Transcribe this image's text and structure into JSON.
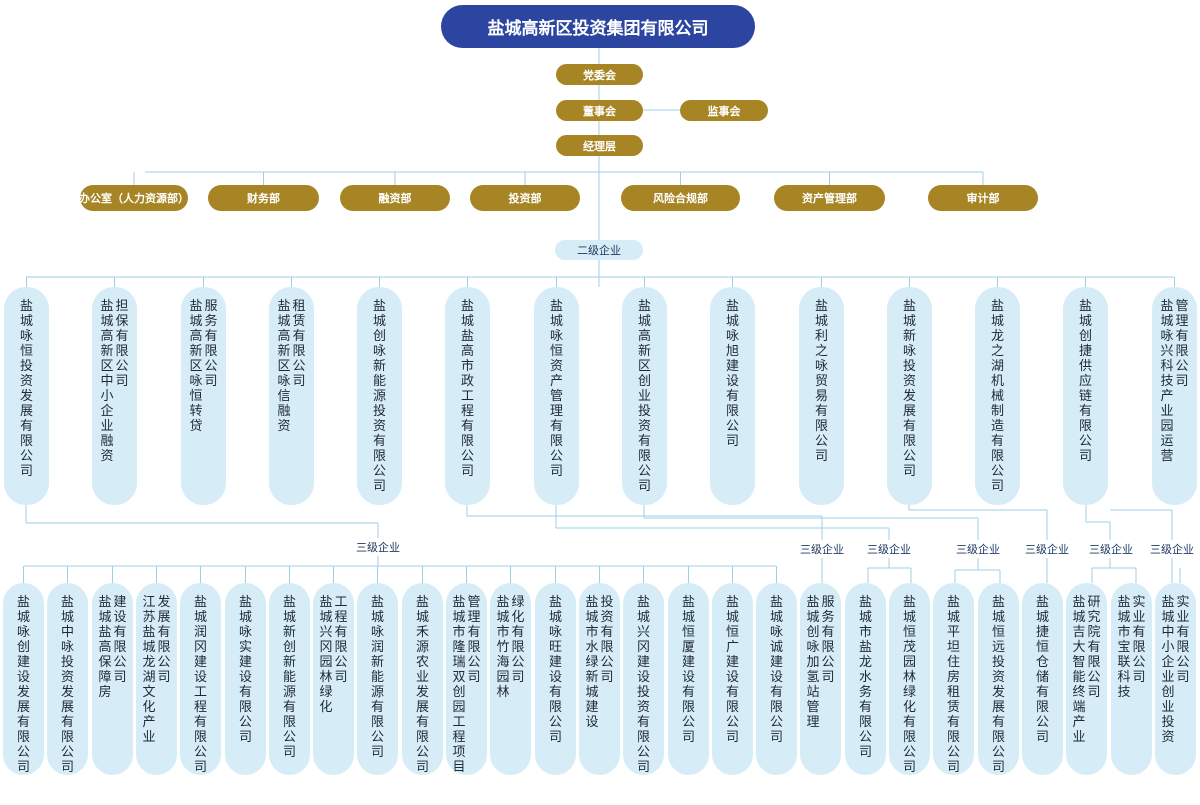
{
  "root": "盐城高新区投资集团有限公司",
  "governance": {
    "party": "党委会",
    "board": "董事会",
    "supervisory": "监事会",
    "management": "经理层"
  },
  "departments": [
    "办公室（人力资源部）",
    "财务部",
    "融资部",
    "投资部",
    "风险合规部",
    "资产管理部",
    "审计部"
  ],
  "level2_label": "二级企业",
  "level2": [
    [
      "盐城咏恒投资发展有限公司"
    ],
    [
      "担保有限公司",
      "盐城高新区中小企业融资"
    ],
    [
      "服务有限公司",
      "盐城高新区咏恒转贷"
    ],
    [
      "租赁有限公司",
      "盐城高新区咏信融资"
    ],
    [
      "盐城创咏新能源投资有限公司"
    ],
    [
      "盐城盐高市政工程有限公司"
    ],
    [
      "盐城咏恒资产管理有限公司"
    ],
    [
      "盐城高新区创业投资有限公司"
    ],
    [
      "盐城咏旭建设有限公司"
    ],
    [
      "盐城利之咏贸易有限公司"
    ],
    [
      "盐城新咏投资发展有限公司"
    ],
    [
      "盐城龙之湖机械制造有限公司"
    ],
    [
      "盐城创捷供应链有限公司"
    ],
    [
      "管理有限公司",
      "盐城咏兴科技产业园运营"
    ]
  ],
  "level3_label": "三级企业",
  "level3": [
    [
      "盐城咏创建设发展有限公司"
    ],
    [
      "盐城中咏投资发展有限公司"
    ],
    [
      "建设有限公司",
      "盐城盐高保障房"
    ],
    [
      "发展有限公司",
      "江苏盐城龙湖文化产业"
    ],
    [
      "盐城润冈建设工程有限公司"
    ],
    [
      "盐城咏实建设有限公司"
    ],
    [
      "盐城新创新能源有限公司"
    ],
    [
      "工程有限公司",
      "盐城兴冈园林绿化"
    ],
    [
      "盐城咏润新能源有限公司"
    ],
    [
      "盐城禾源农业发展有限公司"
    ],
    [
      "管理有限公司",
      "盐城市隆瑞双创园工程项目"
    ],
    [
      "绿化有限公司",
      "盐城市竹海园林"
    ],
    [
      "盐城咏旺建设有限公司"
    ],
    [
      "投资有限公司",
      "盐城市水绿新城建设"
    ],
    [
      "盐城兴冈建设投资有限公司"
    ],
    [
      "盐城恒厦建设有限公司"
    ],
    [
      "盐城恒广建设有限公司"
    ],
    [
      "盐城咏诚建设有限公司"
    ],
    [
      "服务有限公司",
      "盐城创咏加氢站管理"
    ],
    [
      "盐城市盐龙水务有限公司"
    ],
    [
      "盐城恒茂园林绿化有限公司"
    ],
    [
      "盐城平坦住房租赁有限公司"
    ],
    [
      "盐城恒远投资发展有限公司"
    ],
    [
      "盐城捷恒仓储有限公司"
    ],
    [
      "研究院有限公司",
      "盐城吉大智能终端产业"
    ],
    [
      "实业有限公司",
      "盐城市宝联科技"
    ],
    [
      "实业有限公司",
      "盐城中小企业创业投资"
    ]
  ],
  "colors": {
    "root": "#2b45a0",
    "gold": "#a78424",
    "card": "#d6ecf7",
    "line": "#9fcfe6"
  }
}
